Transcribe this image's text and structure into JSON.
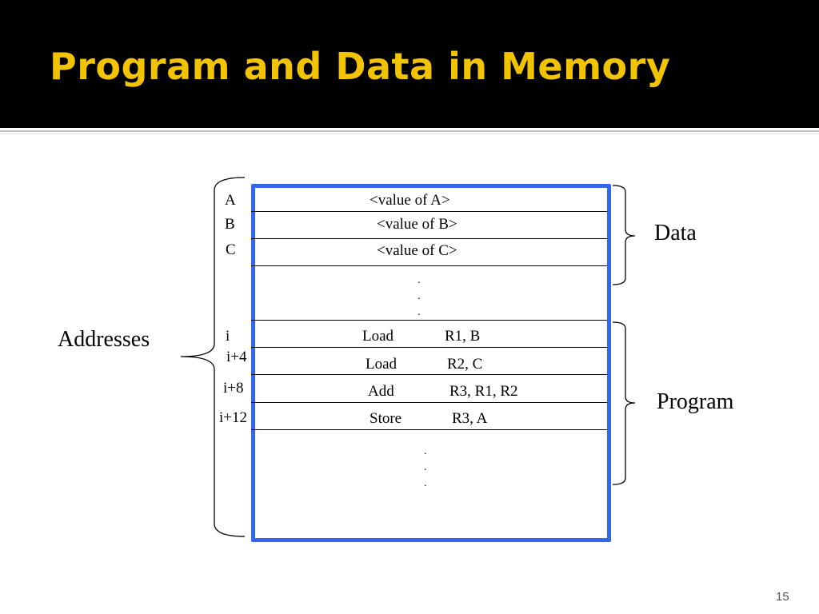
{
  "slide": {
    "title": "Program and Data in Memory",
    "page_number": "15"
  },
  "memory": {
    "data_rows": [
      {
        "address": "A",
        "content": "<value of A>"
      },
      {
        "address": "B",
        "content": "<value of B>"
      },
      {
        "address": "C",
        "content": "<value of C>"
      }
    ],
    "program_rows": [
      {
        "address": "i",
        "op": "Load",
        "args": "R1, B"
      },
      {
        "address": "i+4",
        "op": "Load",
        "args": "R2, C"
      },
      {
        "address": "i+8",
        "op": "Add",
        "args": "R3, R1, R2"
      },
      {
        "address": "i+12",
        "op": "Store",
        "args": "R3, A"
      }
    ],
    "ellipsis": "."
  },
  "labels": {
    "addresses": "Addresses",
    "data": "Data",
    "program": "Program"
  },
  "colors": {
    "title_bar": "#000000",
    "title_text": "#f2c300",
    "memory_border": "#3366ee"
  }
}
